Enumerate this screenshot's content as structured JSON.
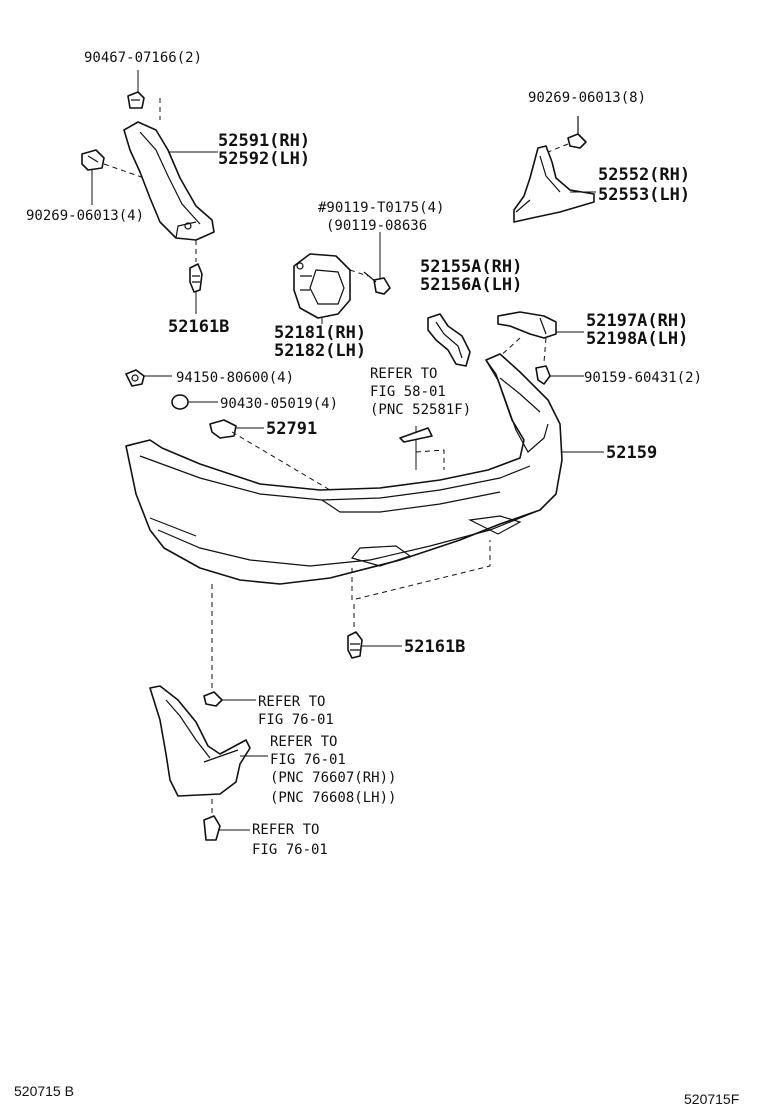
{
  "labels": {
    "p90467": "90467-07166(2)",
    "p52591": "52591(RH)",
    "p52592": "52592(LH)",
    "p90269a": "90269-06013(4)",
    "p52161b_top": "52161B",
    "p90269b": "90269-06013(8)",
    "p52552": "52552(RH)",
    "p52553": "52553(LH)",
    "p90119a": "#90119-T0175(4)",
    "p90119b": "(90119-08636",
    "p52155": "52155A(RH)",
    "p52156": "52156A(LH)",
    "p52181": "52181(RH)",
    "p52182": "52182(LH)",
    "p52197": "52197A(RH)",
    "p52198": "52198A(LH)",
    "p94150": "94150-80600(4)",
    "p90430": "90430-05019(4)",
    "p52791": "52791",
    "p90159": "90159-60431(2)",
    "refer58_1": "REFER TO",
    "refer58_2": "FIG 58-01",
    "refer58_3": "(PNC 52581F)",
    "p52159": "52159",
    "p52161b_bot": "52161B",
    "ref76a_1": "REFER TO",
    "ref76a_2": "FIG 76-01",
    "ref76b_1": "REFER TO",
    "ref76b_2": "FIG 76-01",
    "ref76b_3": "(PNC 76607(RH))",
    "ref76b_4": "(PNC 76608(LH))",
    "ref76c_1": "REFER TO",
    "ref76c_2": "FIG 76-01"
  },
  "footer": {
    "left": "520715 B",
    "right": "520715F"
  }
}
